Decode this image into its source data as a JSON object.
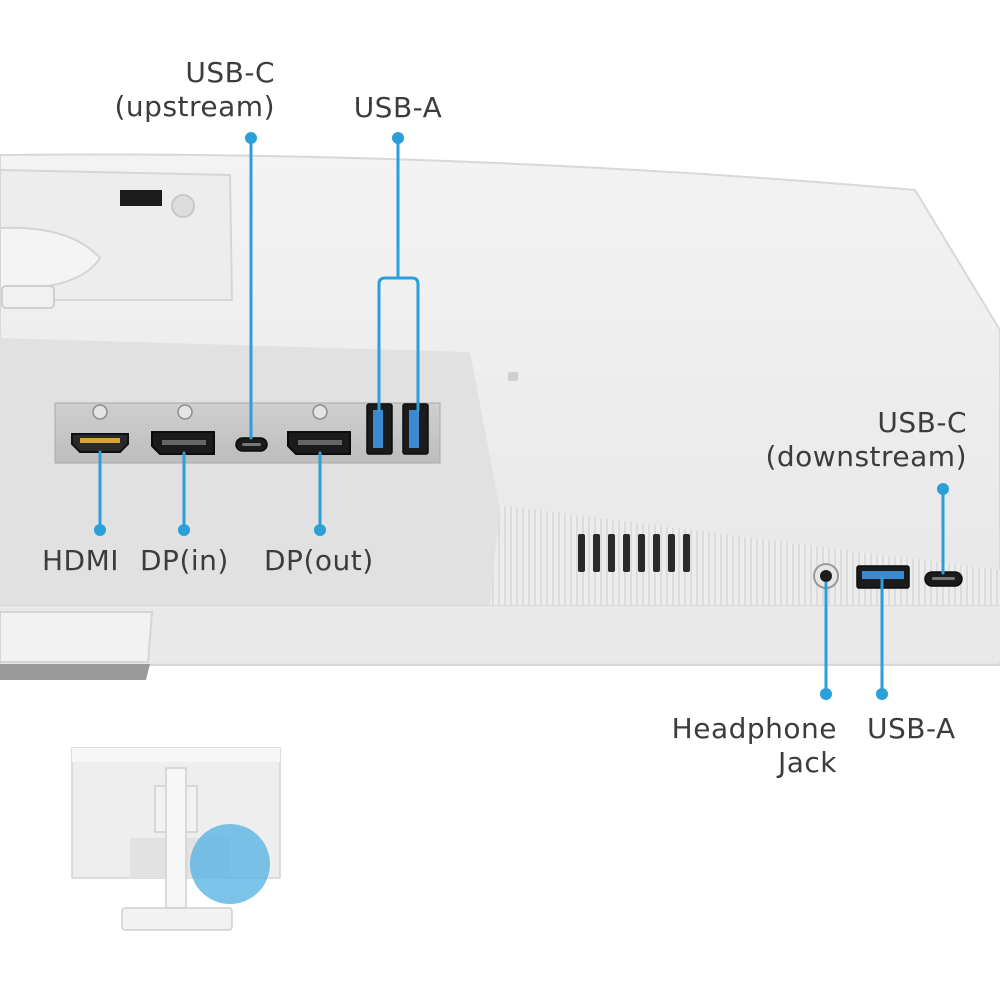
{
  "accent_color": "#2b9fd8",
  "labels": {
    "usb_c_upstream": {
      "line1": "USB-C",
      "line2": "(upstream)"
    },
    "usb_a_top": "USB-A",
    "usb_c_downstream": {
      "line1": "USB-C",
      "line2": "(downstream)"
    },
    "hdmi": "HDMI",
    "dp_in": "DP(in)",
    "dp_out": "DP(out)",
    "headphone_jack": {
      "line1": "Headphone",
      "line2": "Jack"
    },
    "usb_a_bottom": "USB-A"
  }
}
